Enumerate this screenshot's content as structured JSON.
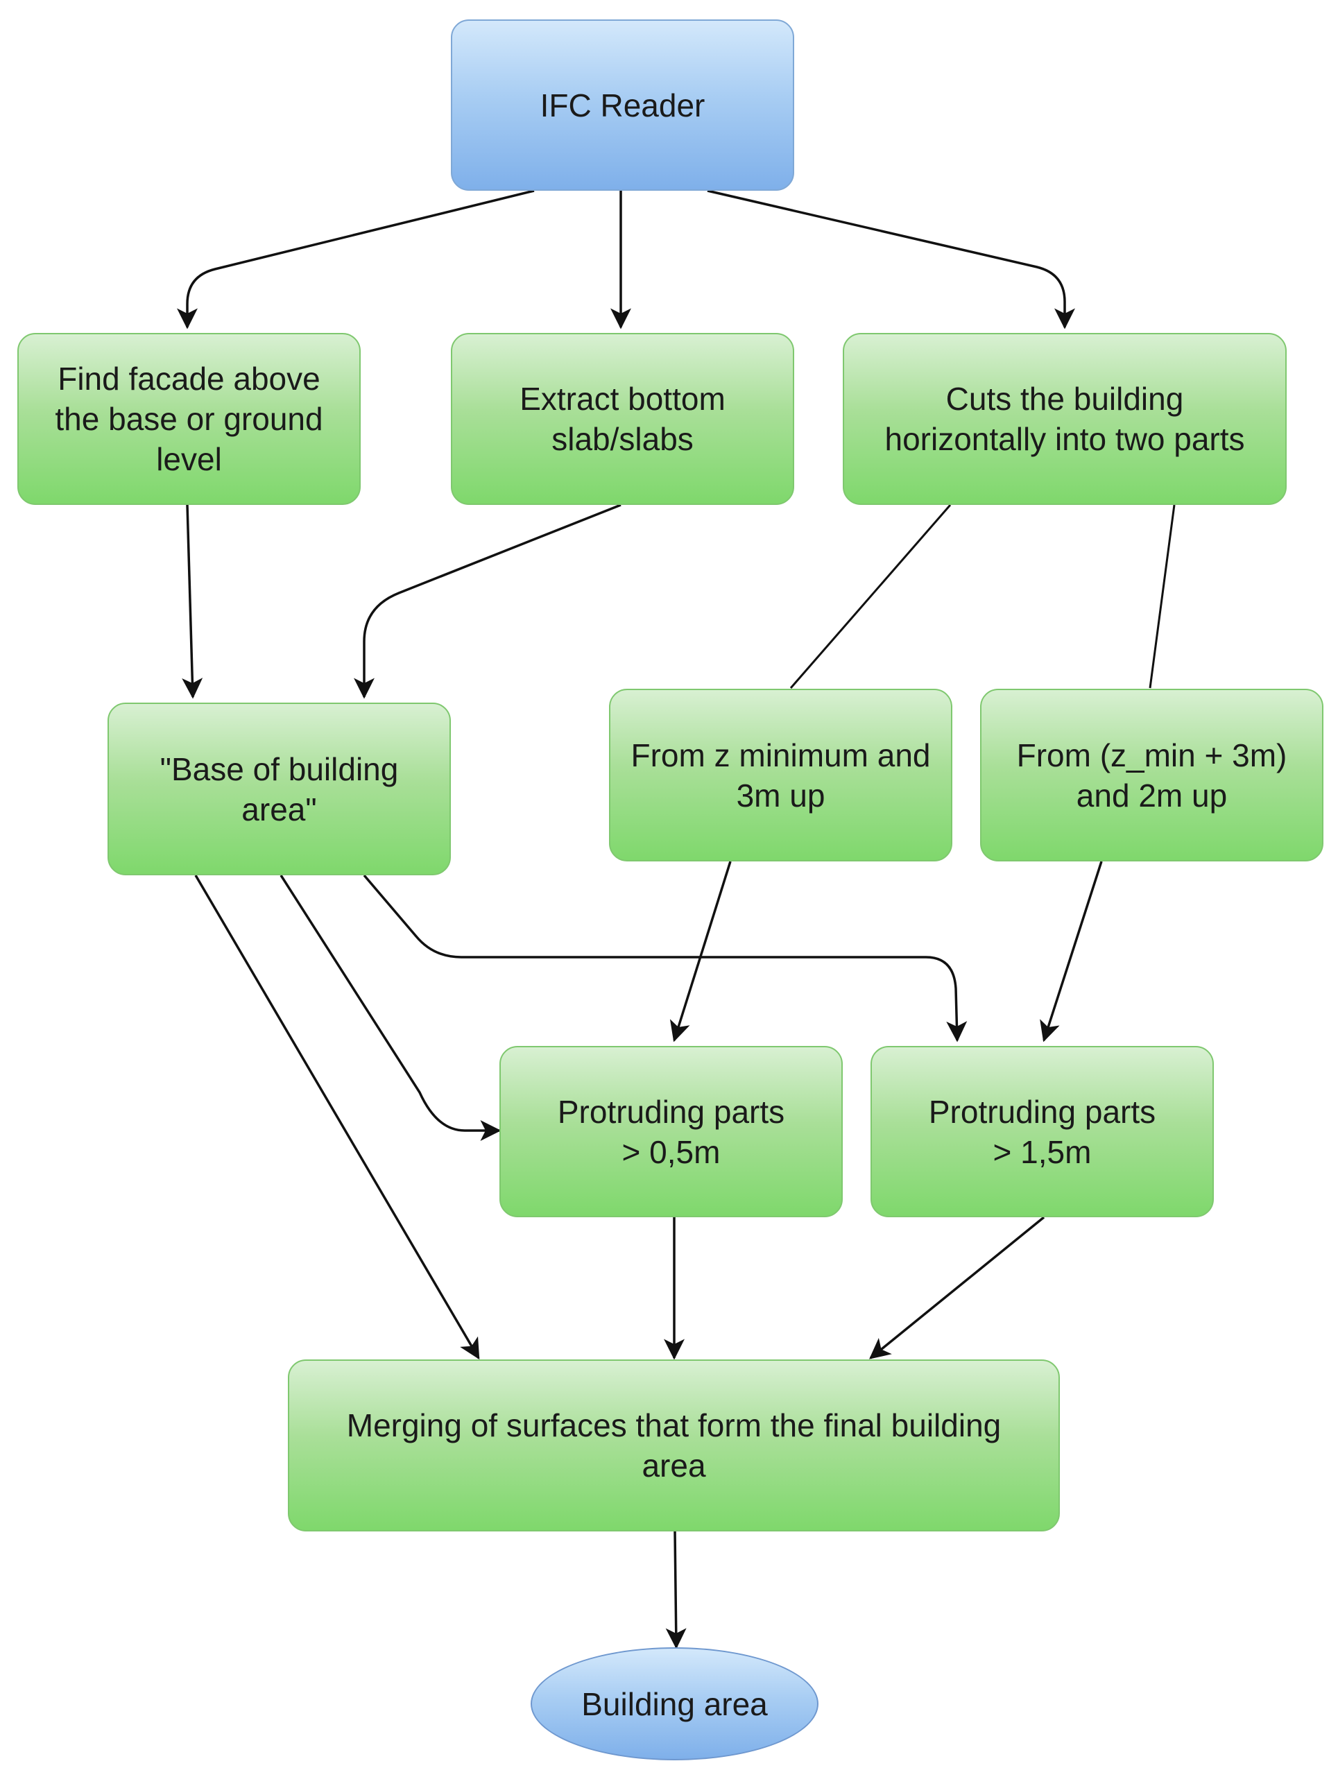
{
  "nodes": {
    "ifc_reader": "IFC Reader",
    "find_facade": "Find facade above\nthe base or ground\nlevel",
    "extract_slab": "Extract bottom\nslab/slabs",
    "cuts_building": "Cuts the building\nhorizontally into two parts",
    "base_area": "\"Base of building\narea\"",
    "from_zmin": "From z minimum and\n3m up",
    "from_zmin3": "From (z_min + 3m)\nand 2m up",
    "protruding_05": "Protruding parts\n> 0,5m",
    "protruding_15": "Protruding parts\n> 1,5m",
    "merging": "Merging of surfaces that form the final building\narea",
    "building_area": "Building area"
  },
  "colors": {
    "process_fill_top": "#d8f0d2",
    "process_fill_bottom": "#7fd86c",
    "process_stroke": "#7fc86f",
    "terminal_fill_top": "#d3e8fb",
    "terminal_fill_bottom": "#7fb0ea",
    "terminal_stroke": "#7fa8d6",
    "edge": "#111111"
  }
}
